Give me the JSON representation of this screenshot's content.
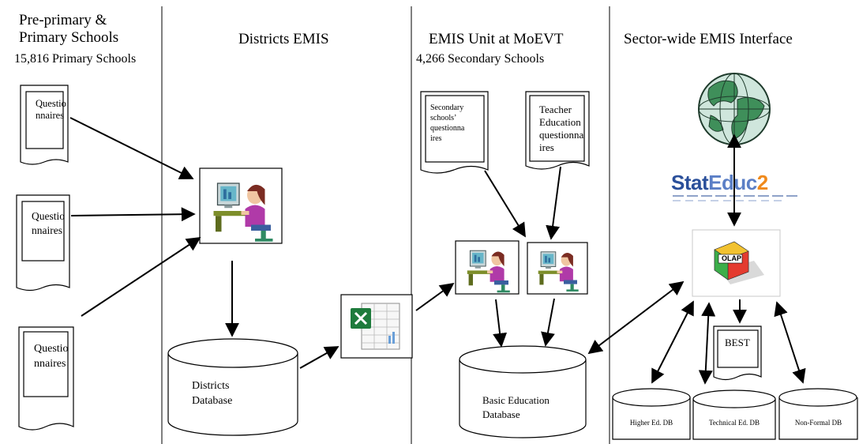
{
  "columns": [
    {
      "title_line1": "Pre-primary &",
      "title_line2": "Primary Schools",
      "subtitle": "15,816 Primary Schools"
    },
    {
      "title_line1": "Districts EMIS"
    },
    {
      "title_line1": "EMIS Unit at MoEVT",
      "subtitle": "4,266 Secondary Schools"
    },
    {
      "title_line1": "Sector-wide EMIS Interface"
    }
  ],
  "documents": {
    "q1": "Questio\nnnaires",
    "q2": "Questio\nnnaires",
    "q3": "Questio\nnnaires",
    "secondary": "Secondary\nschools’\nquestionna\nires",
    "teacher": "Teacher\nEducation\nquestionna\nires",
    "best": "BEST"
  },
  "databases": {
    "districts": "Districts\nDatabase",
    "basic": "Basic Education\nDatabase",
    "higher": "Higher Ed. DB",
    "technical": "Technical Ed. DB",
    "nonformal": "Non-Formal DB"
  },
  "logos": {
    "stateduc_part1": "Stat",
    "stateduc_part2": "Educ",
    "stateduc_part3": "2",
    "olap": "OLAP"
  },
  "icons": {
    "globe": "globe-icon",
    "computer_user": "computer-user-icon",
    "spreadsheet": "excel-spreadsheet-icon",
    "olap_cube": "olap-cube-icon"
  },
  "colors": {
    "stat_blue": "#2a4f9a",
    "educ_blue": "#5b7fc6",
    "orange": "#f08a1c",
    "excel_green": "#1e7b3c",
    "globe_green": "#3f8f5a"
  }
}
